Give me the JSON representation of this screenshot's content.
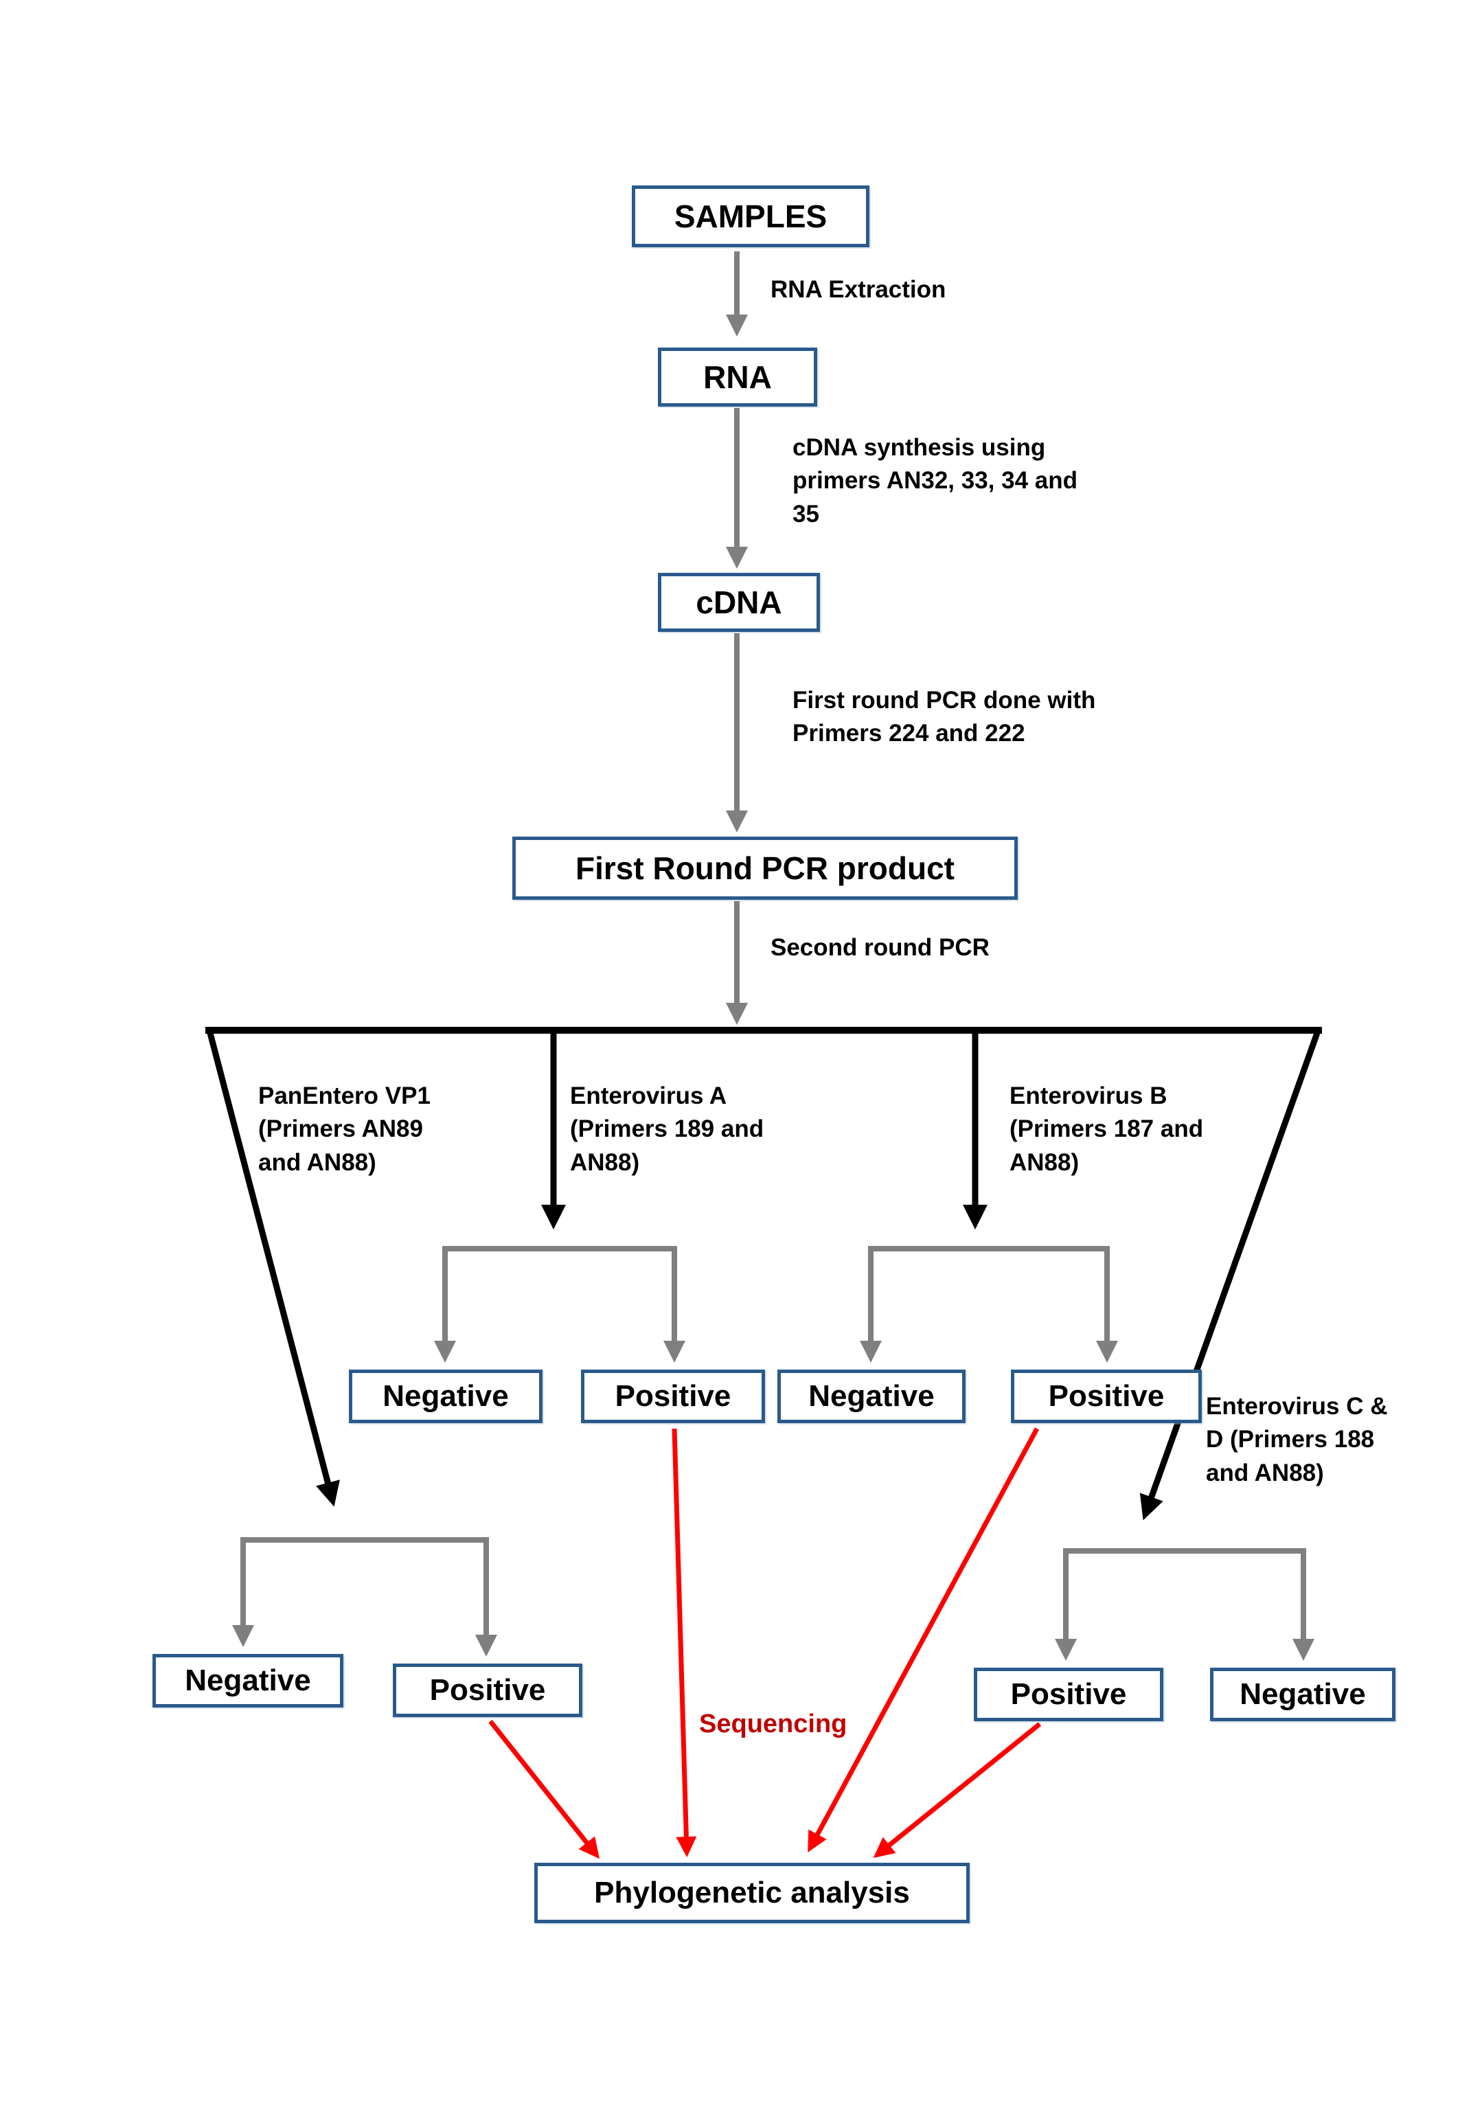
{
  "nodes": {
    "samples": "SAMPLES",
    "rna": "RNA",
    "cdna": "cDNA",
    "first_round_pcr": "First Round PCR product",
    "phylogenetic": "Phylogenetic analysis"
  },
  "edge_labels": {
    "rna_extraction": "RNA Extraction",
    "cdna_synthesis": "cDNA synthesis using primers AN32, 33, 34 and 35",
    "first_round_note": "First round PCR done with Primers 224 and 222",
    "second_round": "Second round PCR",
    "sequencing": "Sequencing"
  },
  "branches": {
    "pan_entero": {
      "label": "PanEntero VP1 (Primers AN89 and AN88)",
      "negative": "Negative",
      "positive": "Positive"
    },
    "entero_a": {
      "label": "Enterovirus A (Primers 189 and AN88)",
      "negative": "Negative",
      "positive": "Positive"
    },
    "entero_b": {
      "label": "Enterovirus B (Primers 187 and AN88)",
      "negative": "Negative",
      "positive": "Positive"
    },
    "entero_cd": {
      "label": "Enterovirus C & D (Primers 188 and AN88)",
      "positive": "Positive",
      "negative": "Negative"
    }
  },
  "colors": {
    "box_border": "#2a5a8c",
    "arrow_gray": "#7f7f7f",
    "arrow_black": "#000000",
    "arrow_red": "#ff0000",
    "sequencing_text": "#c00000"
  }
}
